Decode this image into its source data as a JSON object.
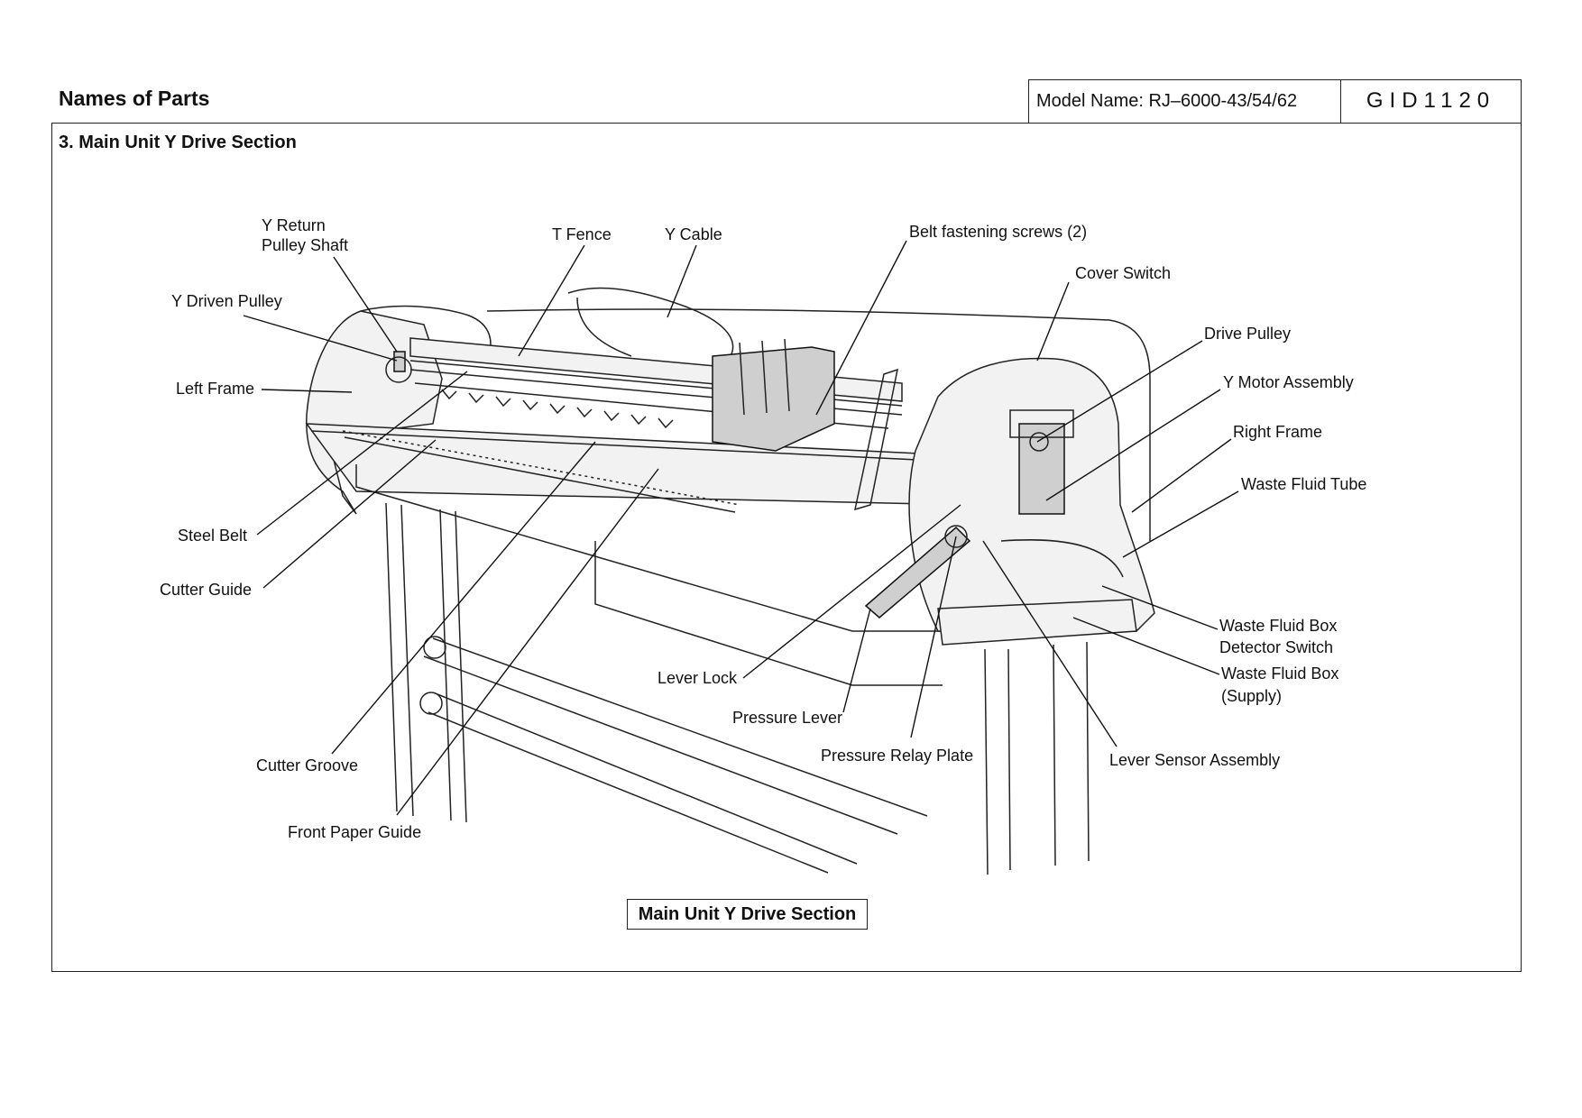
{
  "header": {
    "title": "Names of Parts",
    "model_name": "Model Name:  RJ–6000-43/54/62",
    "doc_code": "GID1120"
  },
  "section": {
    "title": "3. Main Unit Y Drive Section"
  },
  "labels": {
    "y_return_pulley_line1": "Y Return",
    "y_return_pulley_line2": "Pulley  Shaft",
    "t_fence": "T Fence",
    "y_cable": "Y Cable",
    "belt_fastening_screws": "Belt fastening screws (2)",
    "cover_switch": "Cover Switch",
    "drive_pulley": "Drive Pulley",
    "y_motor_assembly": "Y Motor Assembly",
    "right_frame": "Right Frame",
    "waste_fluid_tube": "Waste Fluid Tube",
    "y_driven_pulley": "Y Driven Pulley",
    "left_frame": "Left Frame",
    "steel_belt": "Steel Belt",
    "cutter_guide": "Cutter Guide",
    "waste_fluid_box_detector_line1": "Waste Fluid Box",
    "waste_fluid_box_detector_line2": "Detector Switch",
    "waste_fluid_box_supply_line1": "Waste Fluid Box",
    "waste_fluid_box_supply_line2": "(Supply)",
    "lever_lock": "Lever Lock",
    "pressure_lever": "Pressure Lever",
    "pressure_relay_plate": "Pressure Relay Plate",
    "lever_sensor_assembly": "Lever Sensor Assembly",
    "cutter_groove": "Cutter Groove",
    "front_paper_guide": "Front Paper Guide"
  },
  "caption": "Main Unit Y Drive Section"
}
